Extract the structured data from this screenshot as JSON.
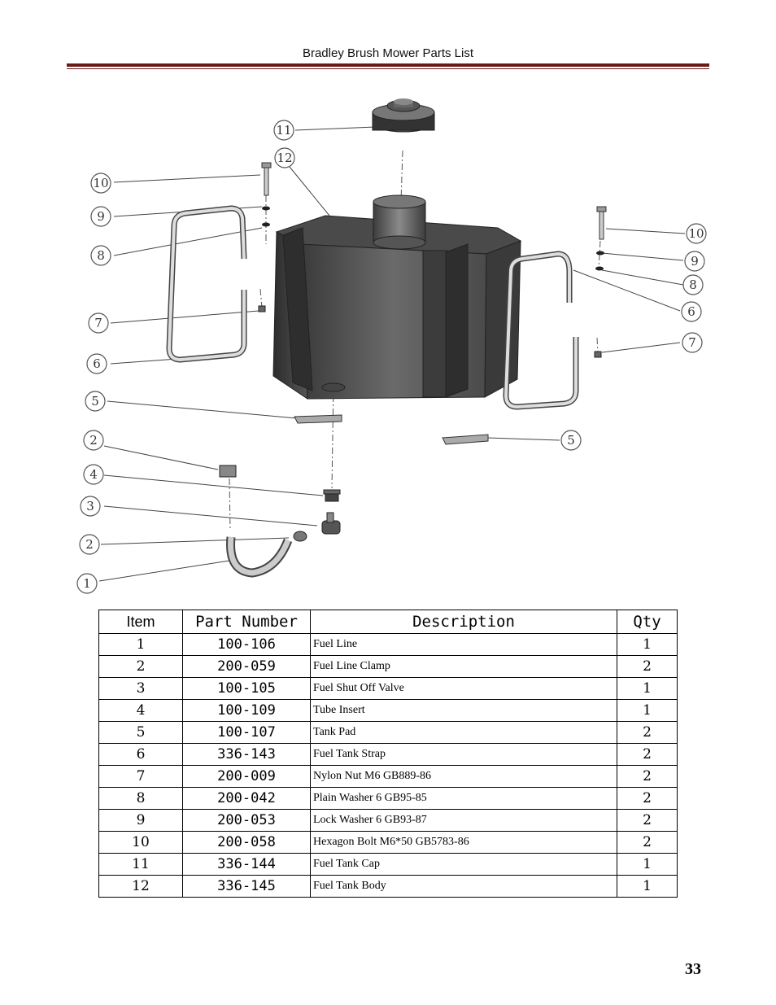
{
  "header": {
    "title": "Bradley Brush Mower Parts List"
  },
  "diagram": {
    "callouts": [
      {
        "id": "c11",
        "label": "11"
      },
      {
        "id": "c12",
        "label": "12"
      },
      {
        "id": "c10L",
        "label": "10"
      },
      {
        "id": "c9L",
        "label": "9"
      },
      {
        "id": "c8L",
        "label": "8"
      },
      {
        "id": "c7L",
        "label": "7"
      },
      {
        "id": "c6L",
        "label": "6"
      },
      {
        "id": "c5L",
        "label": "5"
      },
      {
        "id": "c2a",
        "label": "2"
      },
      {
        "id": "c4",
        "label": "4"
      },
      {
        "id": "c3",
        "label": "3"
      },
      {
        "id": "c2b",
        "label": "2"
      },
      {
        "id": "c1",
        "label": "1"
      },
      {
        "id": "c10R",
        "label": "10"
      },
      {
        "id": "c9R",
        "label": "9"
      },
      {
        "id": "c8R",
        "label": "8"
      },
      {
        "id": "c6R",
        "label": "6"
      },
      {
        "id": "c7R",
        "label": "7"
      },
      {
        "id": "c5R",
        "label": "5"
      }
    ]
  },
  "table": {
    "headers": {
      "item": "Item",
      "part_number": "Part Number",
      "description": "Description",
      "qty": "Qty"
    },
    "rows": [
      {
        "item": "1",
        "part_number": "100-106",
        "description": "Fuel Line",
        "qty": "1"
      },
      {
        "item": "2",
        "part_number": "200-059",
        "description": "Fuel Line Clamp",
        "qty": "2"
      },
      {
        "item": "3",
        "part_number": "100-105",
        "description": "Fuel Shut Off Valve",
        "qty": "1"
      },
      {
        "item": "4",
        "part_number": "100-109",
        "description": "Tube Insert",
        "qty": "1"
      },
      {
        "item": "5",
        "part_number": "100-107",
        "description": "Tank Pad",
        "qty": "2"
      },
      {
        "item": "6",
        "part_number": "336-143",
        "description": "Fuel Tank Strap",
        "qty": "2"
      },
      {
        "item": "7",
        "part_number": "200-009",
        "description": "Nylon Nut M6 GB889-86",
        "qty": "2"
      },
      {
        "item": "8",
        "part_number": "200-042",
        "description": "Plain Washer 6 GB95-85",
        "qty": "2"
      },
      {
        "item": "9",
        "part_number": "200-053",
        "description": "Lock Washer 6 GB93-87",
        "qty": "2"
      },
      {
        "item": "10",
        "part_number": "200-058",
        "description": "Hexagon Bolt M6*50 GB5783-86",
        "qty": "2"
      },
      {
        "item": "11",
        "part_number": "336-144",
        "description": "Fuel Tank Cap",
        "qty": "1"
      },
      {
        "item": "12",
        "part_number": "336-145",
        "description": "Fuel Tank Body",
        "qty": "1"
      }
    ]
  },
  "footer": {
    "page_number": "33"
  }
}
